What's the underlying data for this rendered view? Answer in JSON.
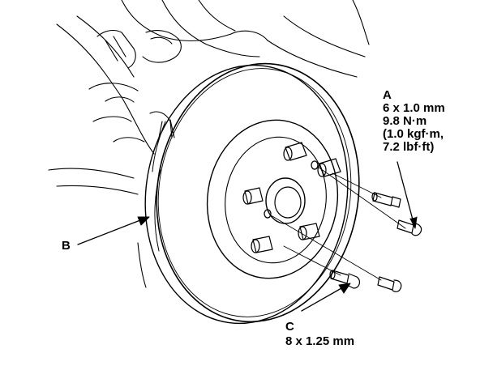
{
  "callouts": {
    "a": {
      "letter": "A",
      "lines": [
        "6 x 1.0 mm",
        "9.8 N·m",
        "(1.0 kgf·m,",
        "7.2 lbf·ft)"
      ]
    },
    "b": {
      "letter": "B"
    },
    "c": {
      "letter": "C",
      "lines": [
        "8 x 1.25 mm"
      ]
    }
  }
}
